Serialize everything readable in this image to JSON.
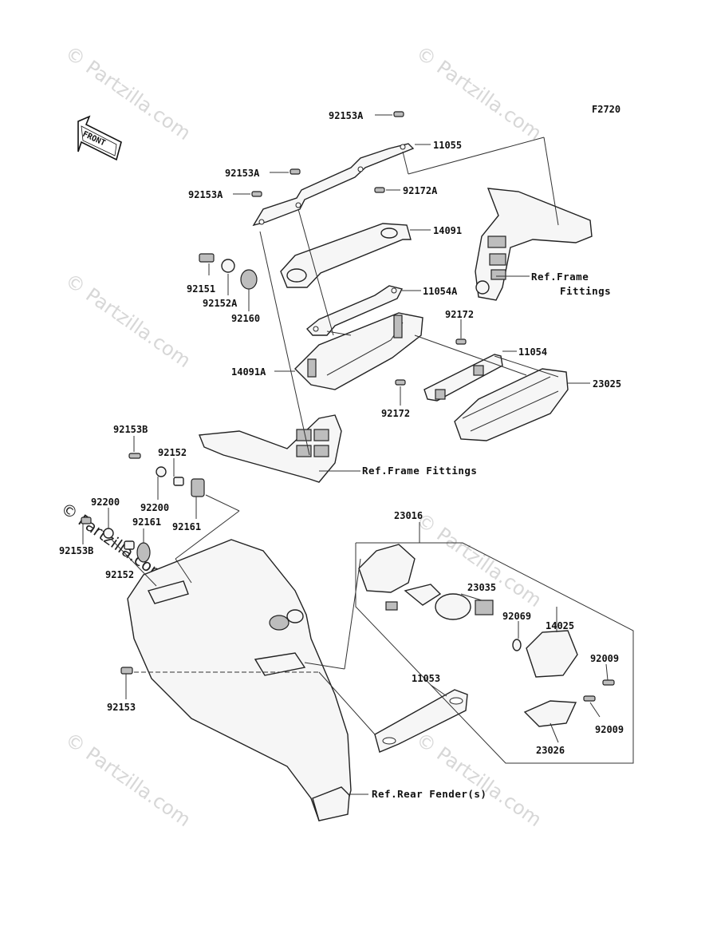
{
  "figure_code": "F2720",
  "front_label": "FRONT",
  "watermark_text": "© Partzilla.com",
  "part_labels": [
    "92153A",
    "11055",
    "92153A",
    "92153A",
    "92172A",
    "14091",
    "92151",
    "92152A",
    "92160",
    "11054A",
    "92172",
    "11054",
    "14091A",
    "23025",
    "92172",
    "92153B",
    "92152",
    "92200",
    "92200",
    "92161",
    "92161",
    "92153B",
    "92152",
    "23016",
    "23035",
    "92069",
    "14025",
    "92009",
    "92009",
    "23026",
    "11053",
    "92153"
  ],
  "references": {
    "frame_fittings_right_1": "Ref.Frame",
    "frame_fittings_right_2": "Fittings",
    "frame_fittings_left": "Ref.Frame Fittings",
    "rear_fender": "Ref.Rear Fender(s)"
  }
}
